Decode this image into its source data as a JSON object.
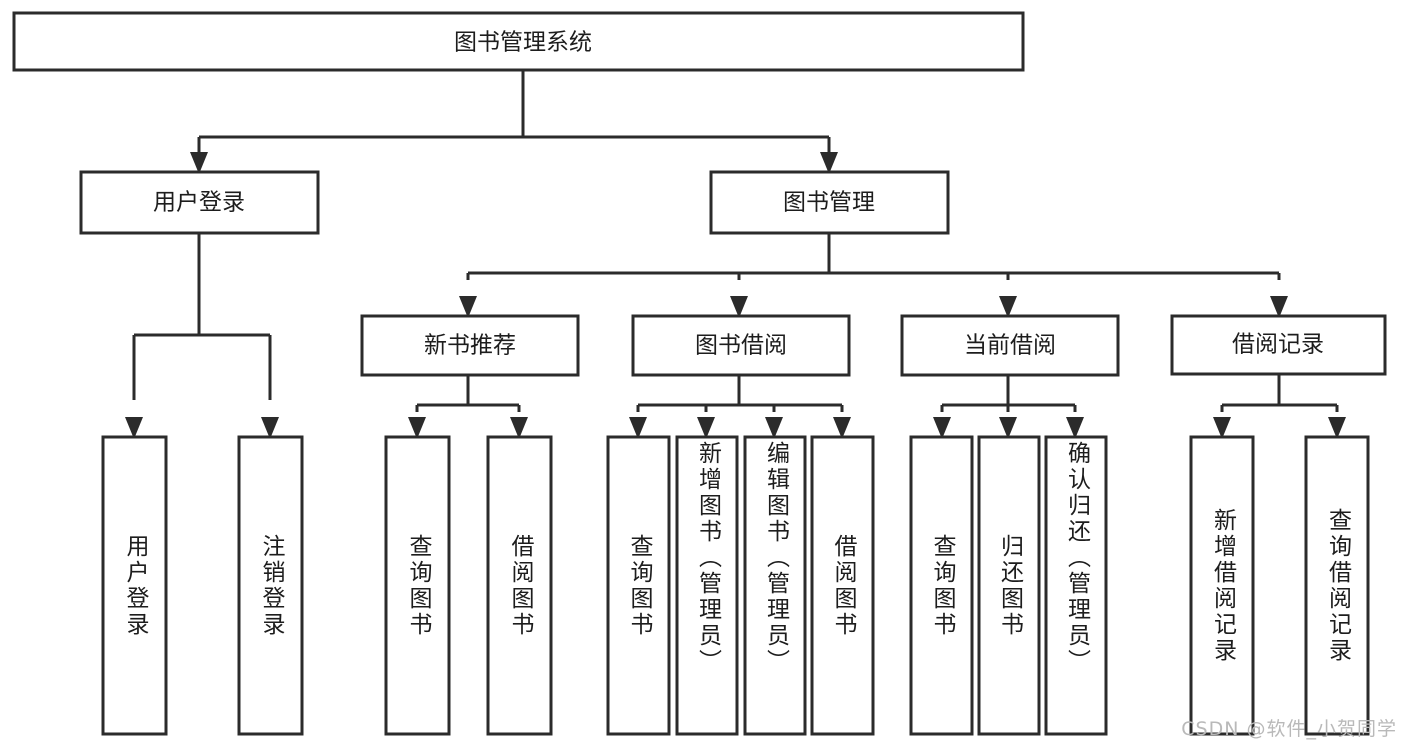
{
  "diagram": {
    "type": "tree",
    "title": "图书管理系统",
    "watermark": "CSDN @软件_小贺同学",
    "levels": {
      "root": {
        "label": "图书管理系统"
      },
      "level2": [
        {
          "id": "user-login",
          "label": "用户登录"
        },
        {
          "id": "book-management",
          "label": "图书管理"
        }
      ],
      "level3": [
        {
          "id": "new-book-recommend",
          "label": "新书推荐",
          "parent": "book-management"
        },
        {
          "id": "book-borrow",
          "label": "图书借阅",
          "parent": "book-management"
        },
        {
          "id": "current-borrow",
          "label": "当前借阅",
          "parent": "book-management"
        },
        {
          "id": "borrow-record",
          "label": "借阅记录",
          "parent": "book-management"
        }
      ],
      "leaves": [
        {
          "id": "leaf-user-login",
          "label": "用户登录",
          "parent": "user-login"
        },
        {
          "id": "leaf-logout-login",
          "label": "注销登录",
          "parent": "user-login"
        },
        {
          "id": "leaf-query-book-1",
          "label": "查询图书",
          "parent": "new-book-recommend"
        },
        {
          "id": "leaf-borrow-book-1",
          "label": "借阅图书",
          "parent": "new-book-recommend"
        },
        {
          "id": "leaf-query-book-2",
          "label": "查询图书",
          "parent": "book-borrow"
        },
        {
          "id": "leaf-add-book",
          "label": "新增图书（管理员）",
          "parent": "book-borrow"
        },
        {
          "id": "leaf-edit-book",
          "label": "编辑图书（管理员）",
          "parent": "book-borrow"
        },
        {
          "id": "leaf-borrow-book-2",
          "label": "借阅图书",
          "parent": "book-borrow"
        },
        {
          "id": "leaf-query-book-3",
          "label": "查询图书",
          "parent": "current-borrow"
        },
        {
          "id": "leaf-return-book",
          "label": "归还图书",
          "parent": "current-borrow"
        },
        {
          "id": "leaf-confirm-return",
          "label": "确认归还（管理员）",
          "parent": "current-borrow"
        },
        {
          "id": "leaf-add-record",
          "label": "新增借阅记录",
          "parent": "borrow-record"
        },
        {
          "id": "leaf-query-record",
          "label": "查询借阅记录",
          "parent": "borrow-record"
        }
      ]
    },
    "colors": {
      "stroke": "#2b2b2b",
      "fill": "#ffffff",
      "text": "#1d1d1d",
      "watermark": "#b9b9b9"
    }
  }
}
